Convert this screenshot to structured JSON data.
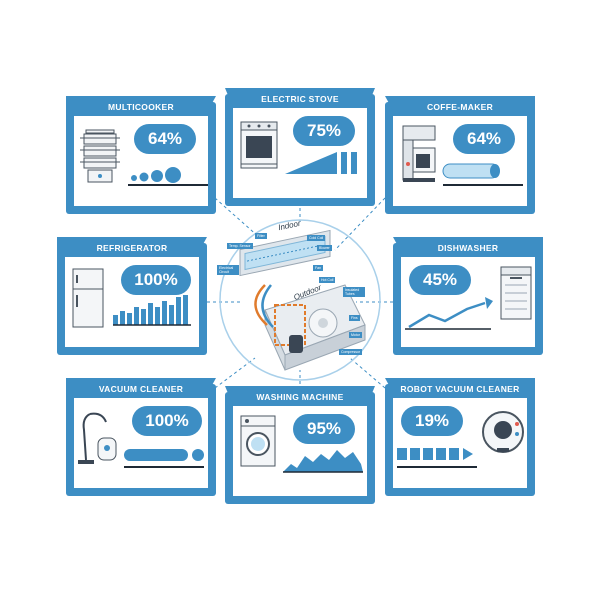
{
  "colors": {
    "accent": "#3d8ec4",
    "accent_light": "#a9d0ea",
    "outline": "#1f2a36",
    "pipe": "#e07b2c"
  },
  "center": {
    "indoor_label": "Indoor",
    "outdoor_label": "Outdoor",
    "part_labels": [
      "Temp. Sensor",
      "Filter",
      "Cold Coil",
      "Blower",
      "Electrical Circuit",
      "Fan",
      "Hot Coil",
      "Insulated Tubes",
      "Fins",
      "Motor",
      "Compressor"
    ]
  },
  "devices": [
    {
      "id": "multicooker",
      "title": "MULTICOOKER",
      "percent": "64%",
      "value": 64,
      "icon": "steamer-icon"
    },
    {
      "id": "electric-stove",
      "title": "ELECTRIC STOVE",
      "percent": "75%",
      "value": 75,
      "icon": "stove-icon"
    },
    {
      "id": "coffee-maker",
      "title": "COFFE-MAKER",
      "percent": "64%",
      "value": 64,
      "icon": "coffee-maker-icon"
    },
    {
      "id": "refrigerator",
      "title": "REFRIGERATOR",
      "percent": "100%",
      "value": 100,
      "icon": "fridge-icon"
    },
    {
      "id": "dishwasher",
      "title": "DISHWASHER",
      "percent": "45%",
      "value": 45,
      "icon": "dishwasher-icon"
    },
    {
      "id": "vacuum-cleaner",
      "title": "VACUUM CLEANER",
      "percent": "100%",
      "value": 100,
      "icon": "vacuum-icon"
    },
    {
      "id": "washing-machine",
      "title": "WASHING MACHINE",
      "percent": "95%",
      "value": 95,
      "icon": "washing-machine-icon"
    },
    {
      "id": "robot-vacuum",
      "title": "ROBOT VACUUM CLEANER",
      "percent": "19%",
      "value": 19,
      "icon": "robot-vacuum-icon"
    }
  ]
}
